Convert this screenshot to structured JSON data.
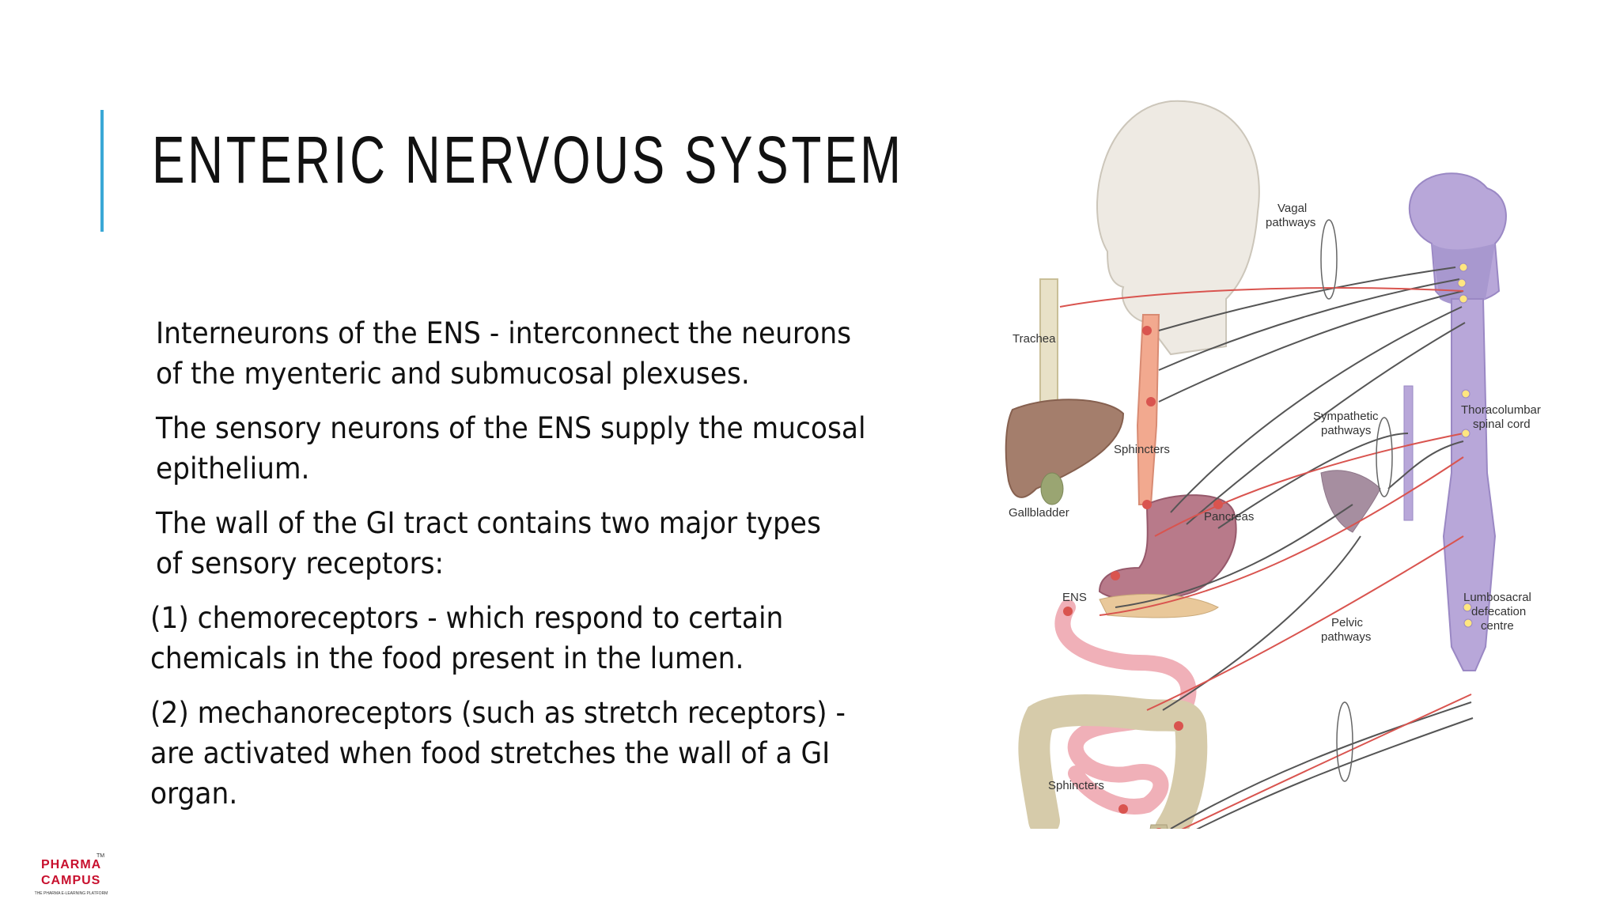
{
  "slide": {
    "title": "ENTERIC NERVOUS SYSTEM",
    "paragraphs": [
      "Interneurons of the ENS - interconnect the neurons\nof the myenteric and submucosal plexuses.",
      "The sensory neurons of the ENS supply the mucosal\nepithelium.",
      "The wall of the GI tract contains two major types\nof sensory receptors:",
      "(1) chemoreceptors - which respond to certain\nchemicals in the food present in the lumen.",
      "(2) mechanoreceptors (such as stretch receptors) -\nare activated when food stretches the wall of a GI\norgan."
    ]
  },
  "figure": {
    "labels": {
      "vagal_1": "Vagal",
      "vagal_2": "pathways",
      "trachea": "Trachea",
      "sphincters_top": "Sphincters",
      "gallbladder": "Gallbladder",
      "pancreas": "Pancreas",
      "sympathetic_1": "Sympathetic",
      "sympathetic_2": "pathways",
      "thoracolumbar_1": "Thoracolumbar",
      "thoracolumbar_2": "spinal cord",
      "ens": "ENS",
      "pelvic_1": "Pelvic",
      "pelvic_2": "pathways",
      "lumbosacral_1": "Lumbosacral",
      "lumbosacral_2": "defecation",
      "lumbosacral_3": "centre",
      "sphincters_bottom": "Sphincters"
    }
  },
  "logo": {
    "line1": "PHARMA",
    "tm": "TM",
    "line2": "CAMPUS",
    "tagline": "THE PHARMA E-LEARNING PLATFORM"
  }
}
